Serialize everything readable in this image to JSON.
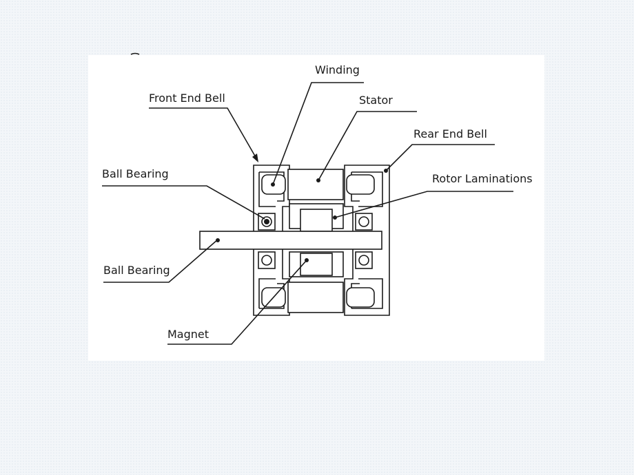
{
  "labels": {
    "winding": "Winding",
    "front_end_bell": "Front End Bell",
    "stator": "Stator",
    "rear_end_bell": "Rear End Bell",
    "ball_bearing_top": "Ball Bearing",
    "rotor_laminations": "Rotor Laminations",
    "ball_bearing_bottom": "Ball Bearing",
    "magnet": "Magnet"
  },
  "colors": {
    "ink": "#1a1a1a",
    "paper": "#ffffff",
    "slide_bg": "#f3f6f9"
  }
}
